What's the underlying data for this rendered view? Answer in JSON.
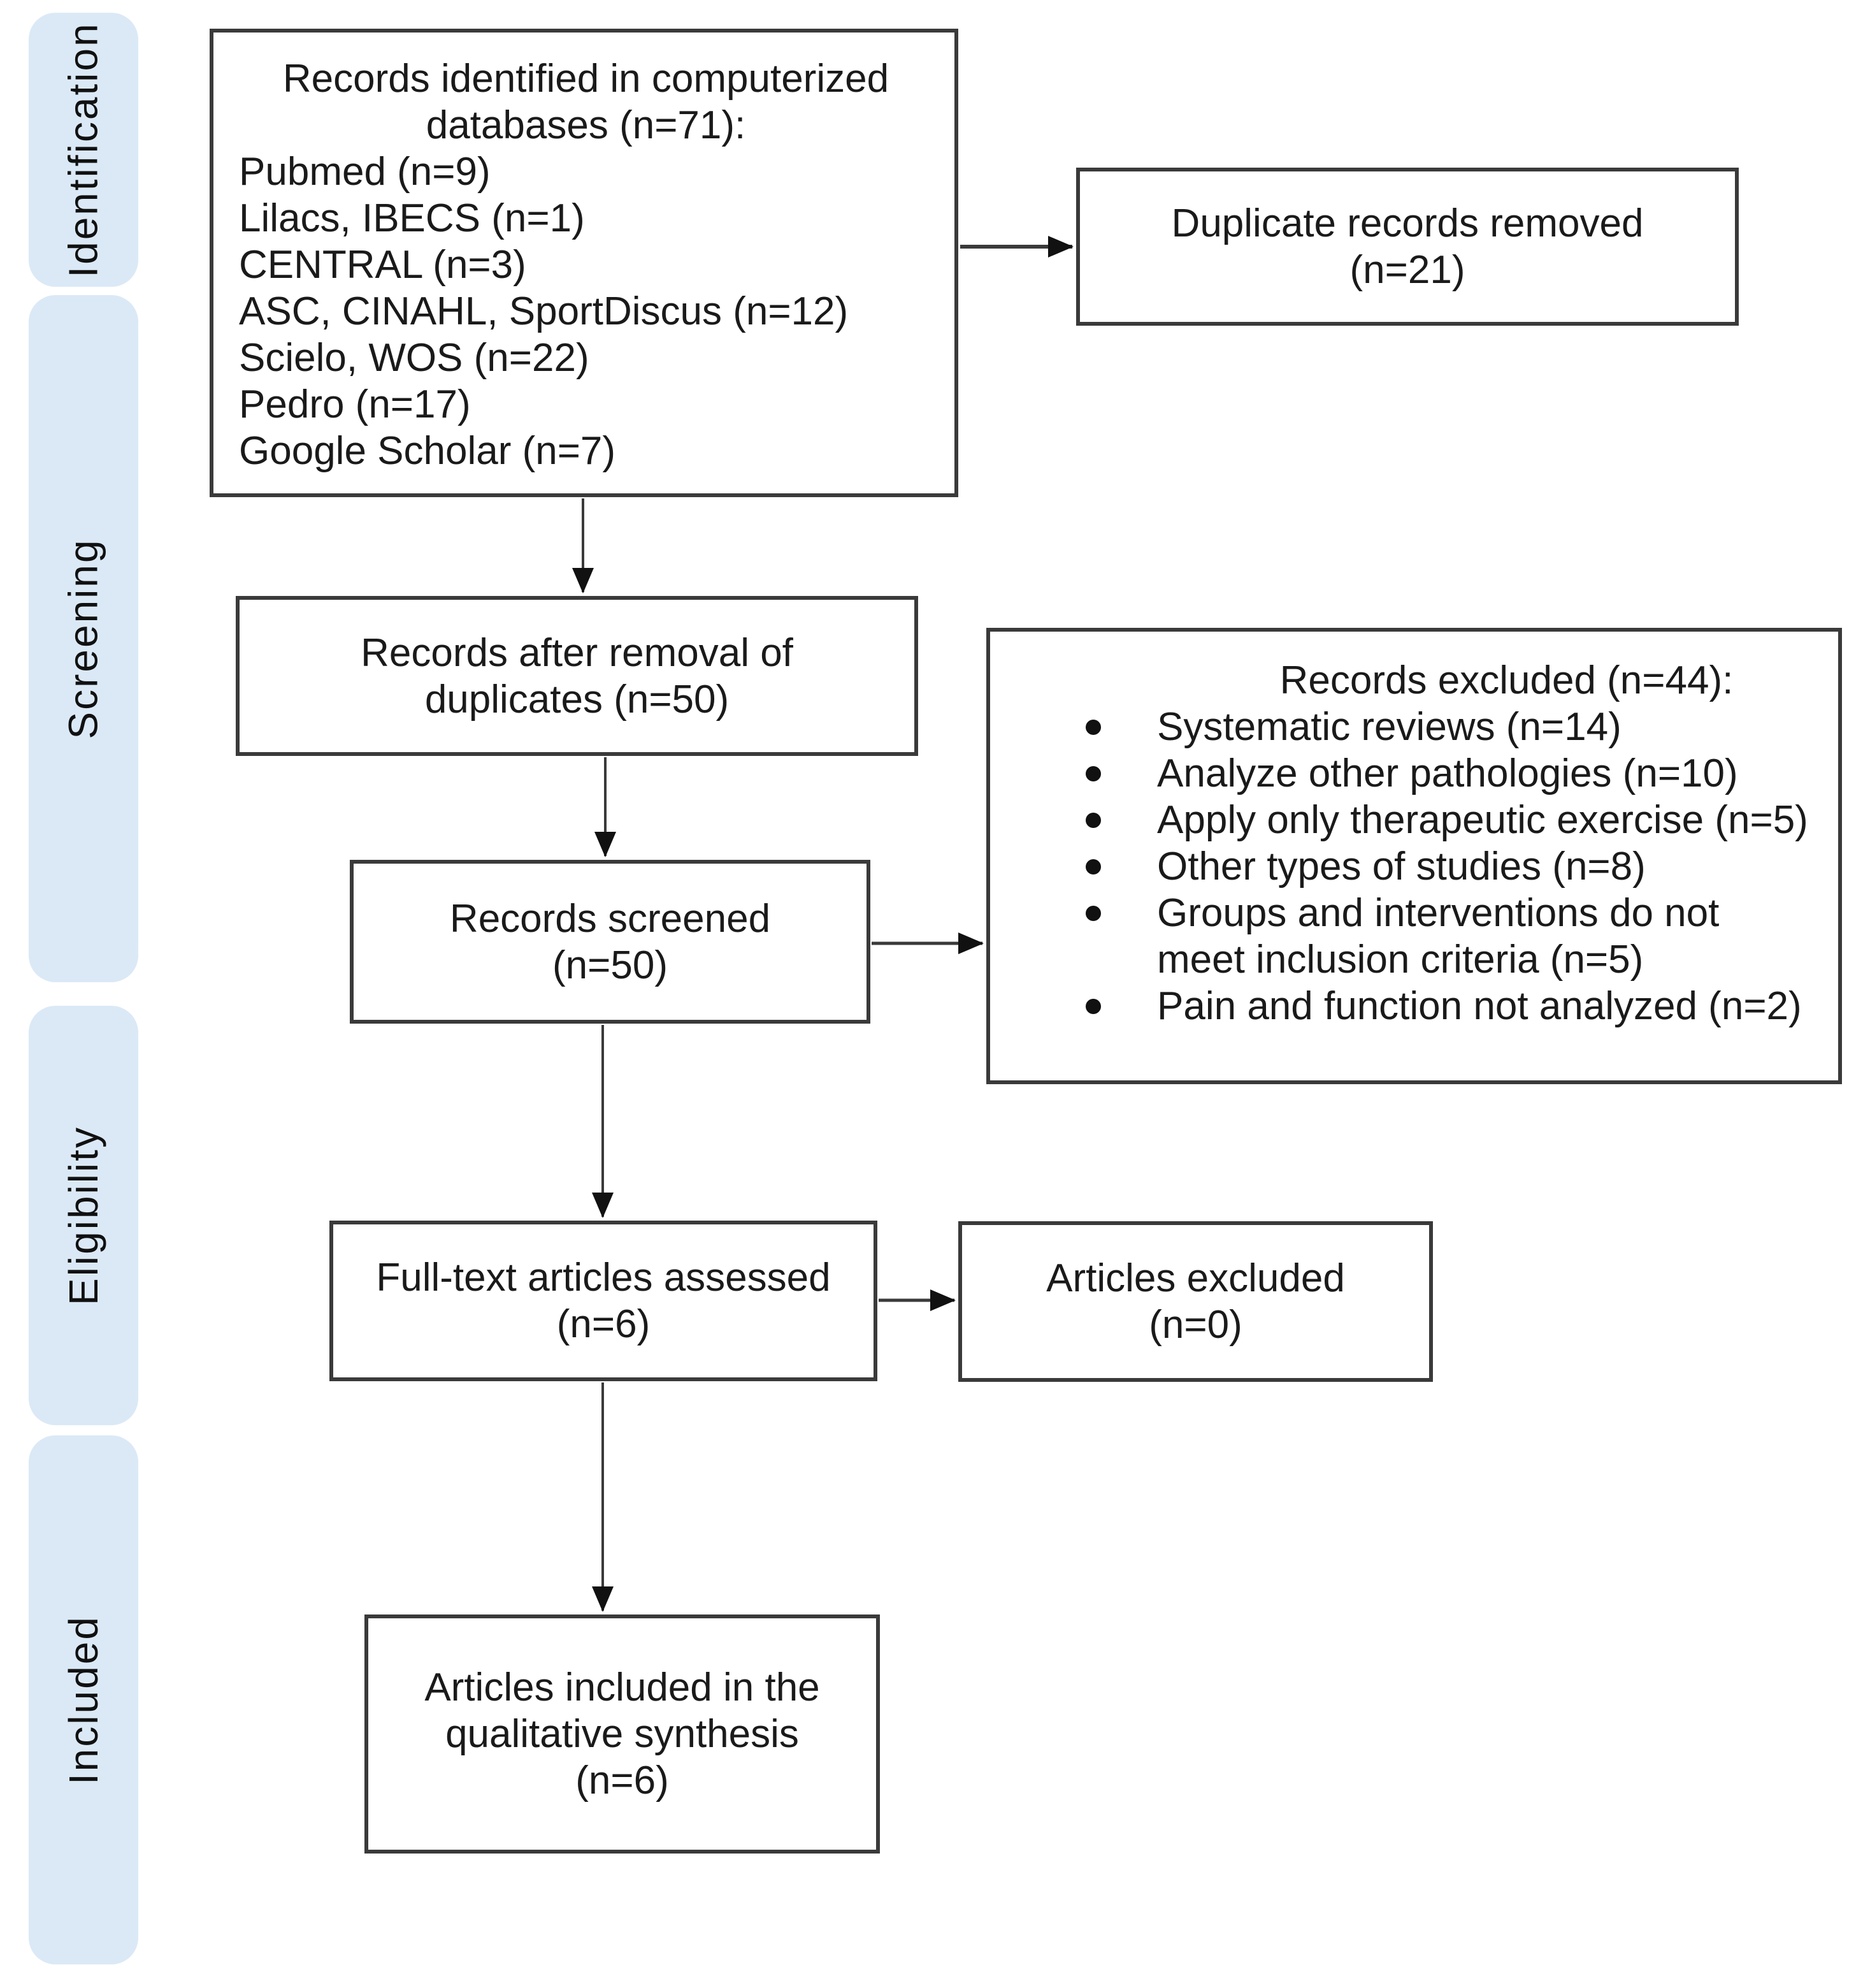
{
  "sidebar": {
    "bg_color": "#dbe9f6",
    "stages": [
      {
        "label": "Identification"
      },
      {
        "label": "Screening"
      },
      {
        "label": "Eligibility"
      },
      {
        "label": "Included"
      }
    ]
  },
  "boxes": {
    "identified": {
      "title_lines": [
        "Records identified in computerized",
        "databases (n=71):"
      ],
      "sources": [
        "Pubmed (n=9)",
        "Lilacs, IBECS (n=1)",
        "CENTRAL (n=3)",
        "ASC, CINAHL, SportDiscus (n=12)",
        "Scielo, WOS (n=22)",
        "Pedro (n=17)",
        "Google Scholar (n=7)"
      ]
    },
    "duplicates_removed": {
      "lines": [
        "Duplicate records removed",
        "(n=21)"
      ]
    },
    "after_duplicates": {
      "lines": [
        "Records after removal of",
        "duplicates (n=50)"
      ]
    },
    "screened": {
      "lines": [
        "Records screened",
        "(n=50)"
      ]
    },
    "excluded": {
      "title": "Records excluded (n=44):",
      "reasons": [
        [
          "Systematic reviews (n=14)"
        ],
        [
          "Analyze other pathologies (n=10)"
        ],
        [
          "Apply only therapeutic exercise (n=5)"
        ],
        [
          "Other types of studies (n=8)"
        ],
        [
          "Groups and interventions do not",
          "meet inclusion criteria (n=5)"
        ],
        [
          "Pain and function not analyzed (n=2)"
        ]
      ]
    },
    "fulltext": {
      "lines": [
        "Full-text articles assessed",
        "(n=6)"
      ]
    },
    "articles_excluded": {
      "lines": [
        "Articles excluded",
        "(n=0)"
      ]
    },
    "included": {
      "lines": [
        "Articles included in the",
        "qualitative synthesis",
        "(n=6)"
      ]
    }
  },
  "colors": {
    "sidebar_bg": "#dbe9f6",
    "box_border": "#3a3a3a",
    "text": "#1a1a1a",
    "arrow": "#3a3a3a",
    "arrowhead": "#111111"
  }
}
